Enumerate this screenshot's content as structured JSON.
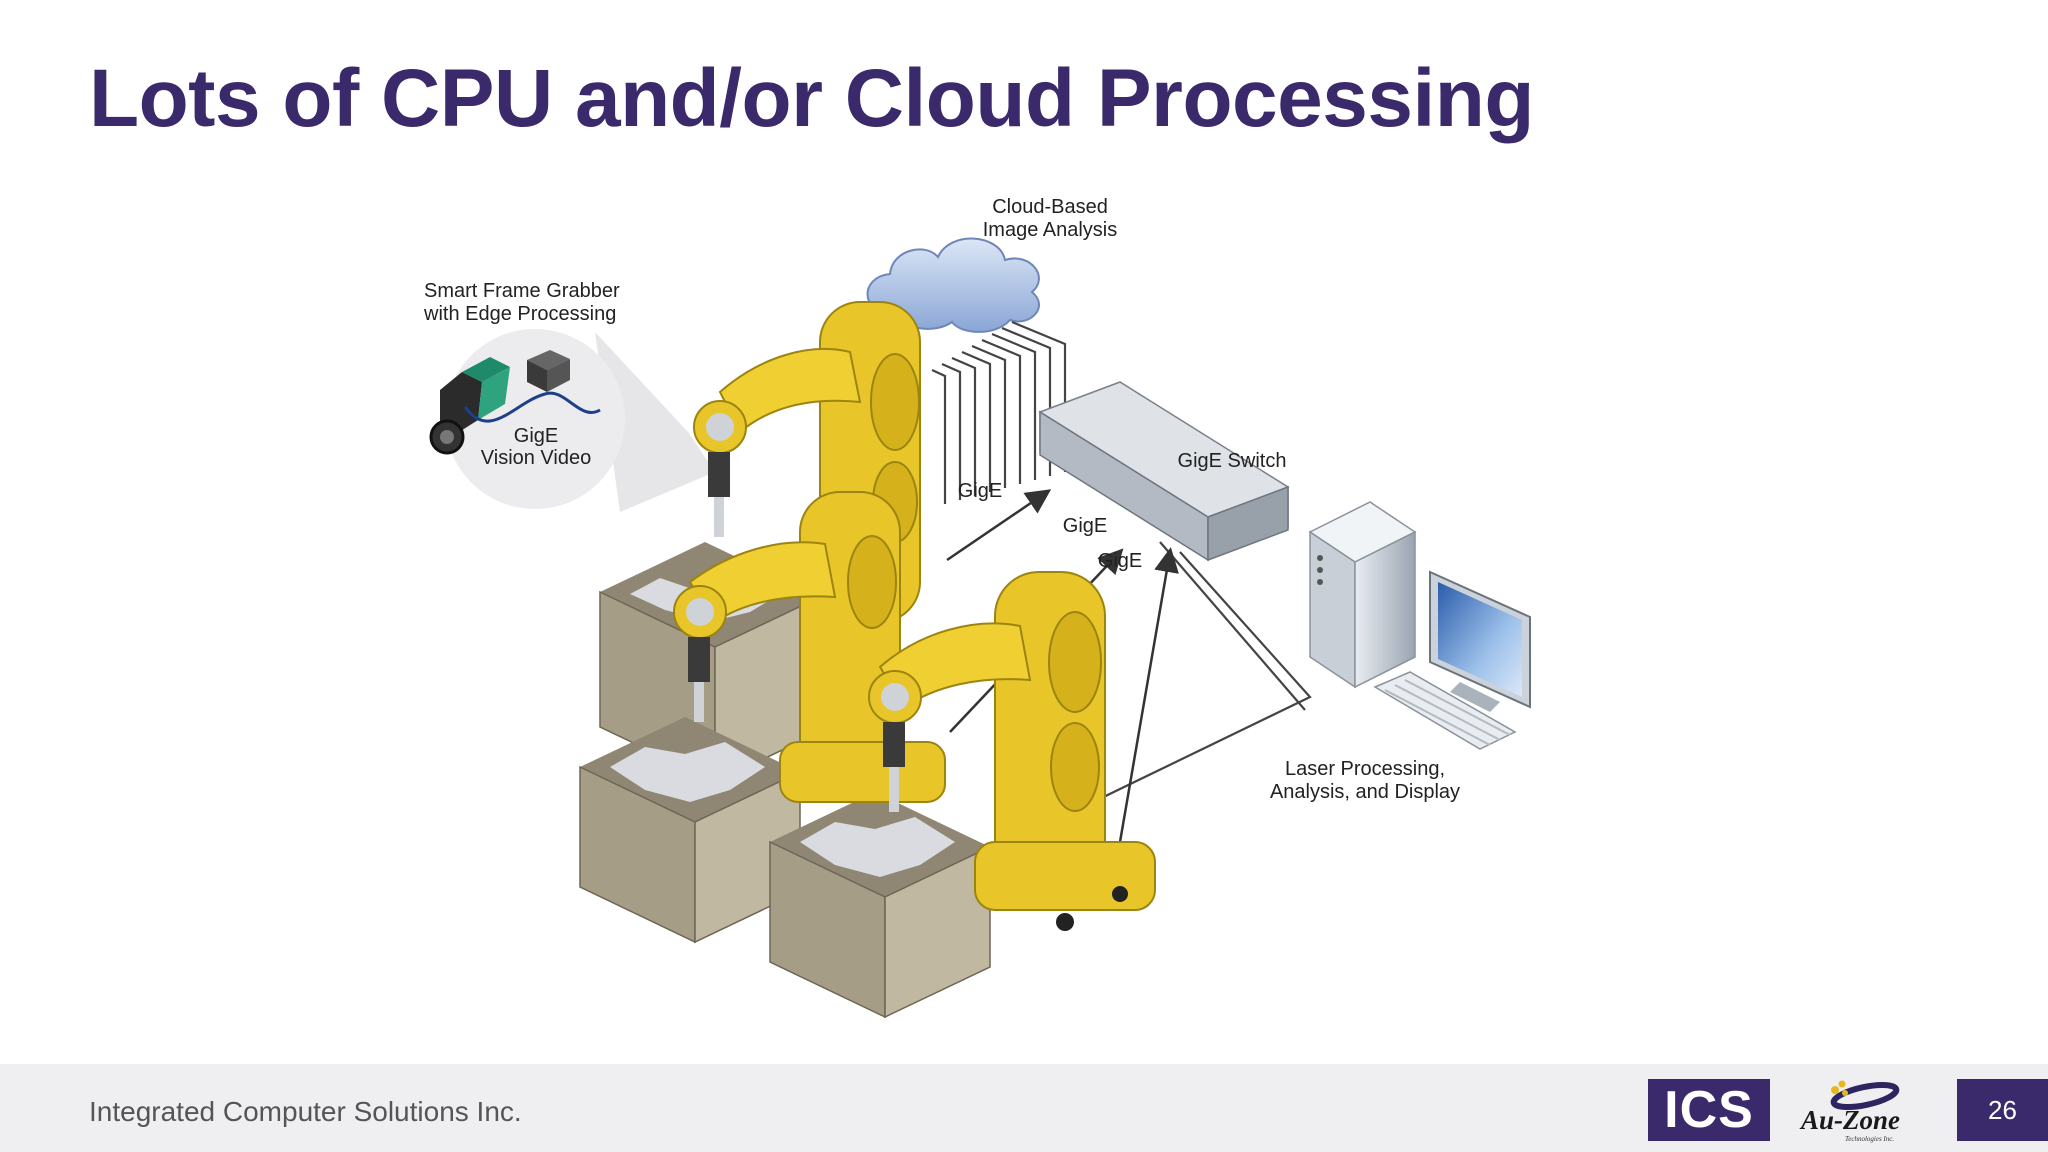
{
  "slide": {
    "title": "Lots of CPU and/or Cloud Processing",
    "page_number": "26"
  },
  "figure": {
    "labels": {
      "cloud_line1": "Cloud-Based",
      "cloud_line2": "Image Analysis",
      "grabber_line1": "Smart Frame Grabber",
      "grabber_line2": "with Edge Processing",
      "gige_video_line1": "GigE",
      "gige_video_line2": "Vision Video",
      "switch": "GigE Switch",
      "gige_1": "GigE",
      "gige_2": "GigE",
      "gige_3": "GigE",
      "laser_line1": "Laser Processing,",
      "laser_line2": "Analysis, and Display"
    }
  },
  "footer": {
    "company": "Integrated Computer Solutions Inc.",
    "ics_logo": "ICS",
    "auzone_logo": "Au-Zone",
    "auzone_sub": "Technologies Inc."
  },
  "colors": {
    "brand_purple": "#3a2a6b",
    "robot_yellow": "#e8c62a",
    "bin_taupe": "#a69d87",
    "footer_bg": "#efeff2"
  }
}
